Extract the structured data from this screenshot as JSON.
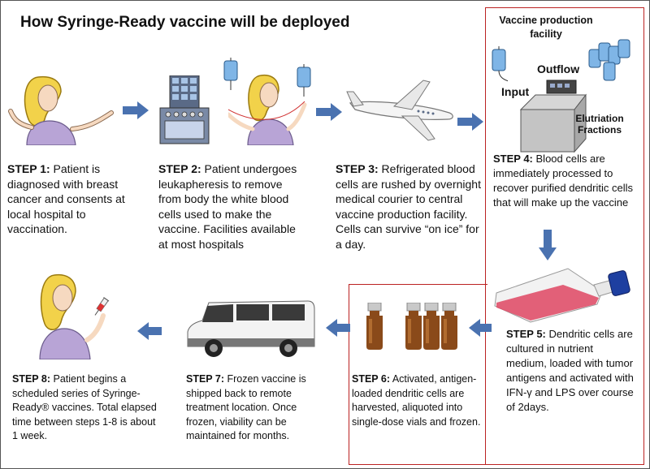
{
  "title": "How Syringe-Ready vaccine will be deployed",
  "facility": {
    "title": "Vaccine production facility",
    "outflow_label": "Outflow",
    "input_label": "Input",
    "elutriation_label": "Elutriation Fractions"
  },
  "steps": [
    {
      "label": "STEP 1:",
      "text": "Patient is diagnosed with breast cancer and consents at local hospital to vaccination."
    },
    {
      "label": "STEP 2:",
      "text": "Patient undergoes leukapheresis to remove from body the white blood cells used to make the vaccine. Facilities available at most hospitals"
    },
    {
      "label": "STEP 3:",
      "text": "Refrigerated blood cells are rushed by overnight medical courier to central vaccine production facility. Cells can survive “on ice” for a day."
    },
    {
      "label": "STEP 4:",
      "text": "Blood cells are immediately processed to recover purified dendritic cells that will make up the vaccine"
    },
    {
      "label": "STEP 5:",
      "text": "Dendritic cells are cultured in nutrient medium, loaded with tumor antigens and activated with IFN-γ and LPS over course of 2days."
    },
    {
      "label": "STEP 6:",
      "text": "Activated, antigen-loaded dendritic cells are harvested, aliquoted into single-dose vials and frozen."
    },
    {
      "label": "STEP 7:",
      "text": " Frozen vaccine is shipped back to remote treatment location. Once frozen, viability can be maintained for months."
    },
    {
      "label": "STEP 8:",
      "text": "Patient begins a scheduled series of Syringe-Ready® vaccines. Total elapsed time between steps 1-8 is about 1 week."
    }
  ],
  "colors": {
    "arrow": "#4a72b0",
    "highlight_border": "#b22222",
    "patient_shirt": "#b8a4d6",
    "patient_hair": "#f2d24a",
    "iv_bag": "#7fb5e6",
    "vial": "#8a4a1a",
    "culture_medium": "#e0506a"
  },
  "icons": [
    "woman-patient-icon",
    "apheresis-machine-icon",
    "iv-bag-icon",
    "airplane-icon",
    "elutriation-machine-icon",
    "culture-flask-icon",
    "vial-icon",
    "van-icon",
    "syringe-icon",
    "arrow-right-icon",
    "arrow-left-icon",
    "arrow-down-icon"
  ]
}
